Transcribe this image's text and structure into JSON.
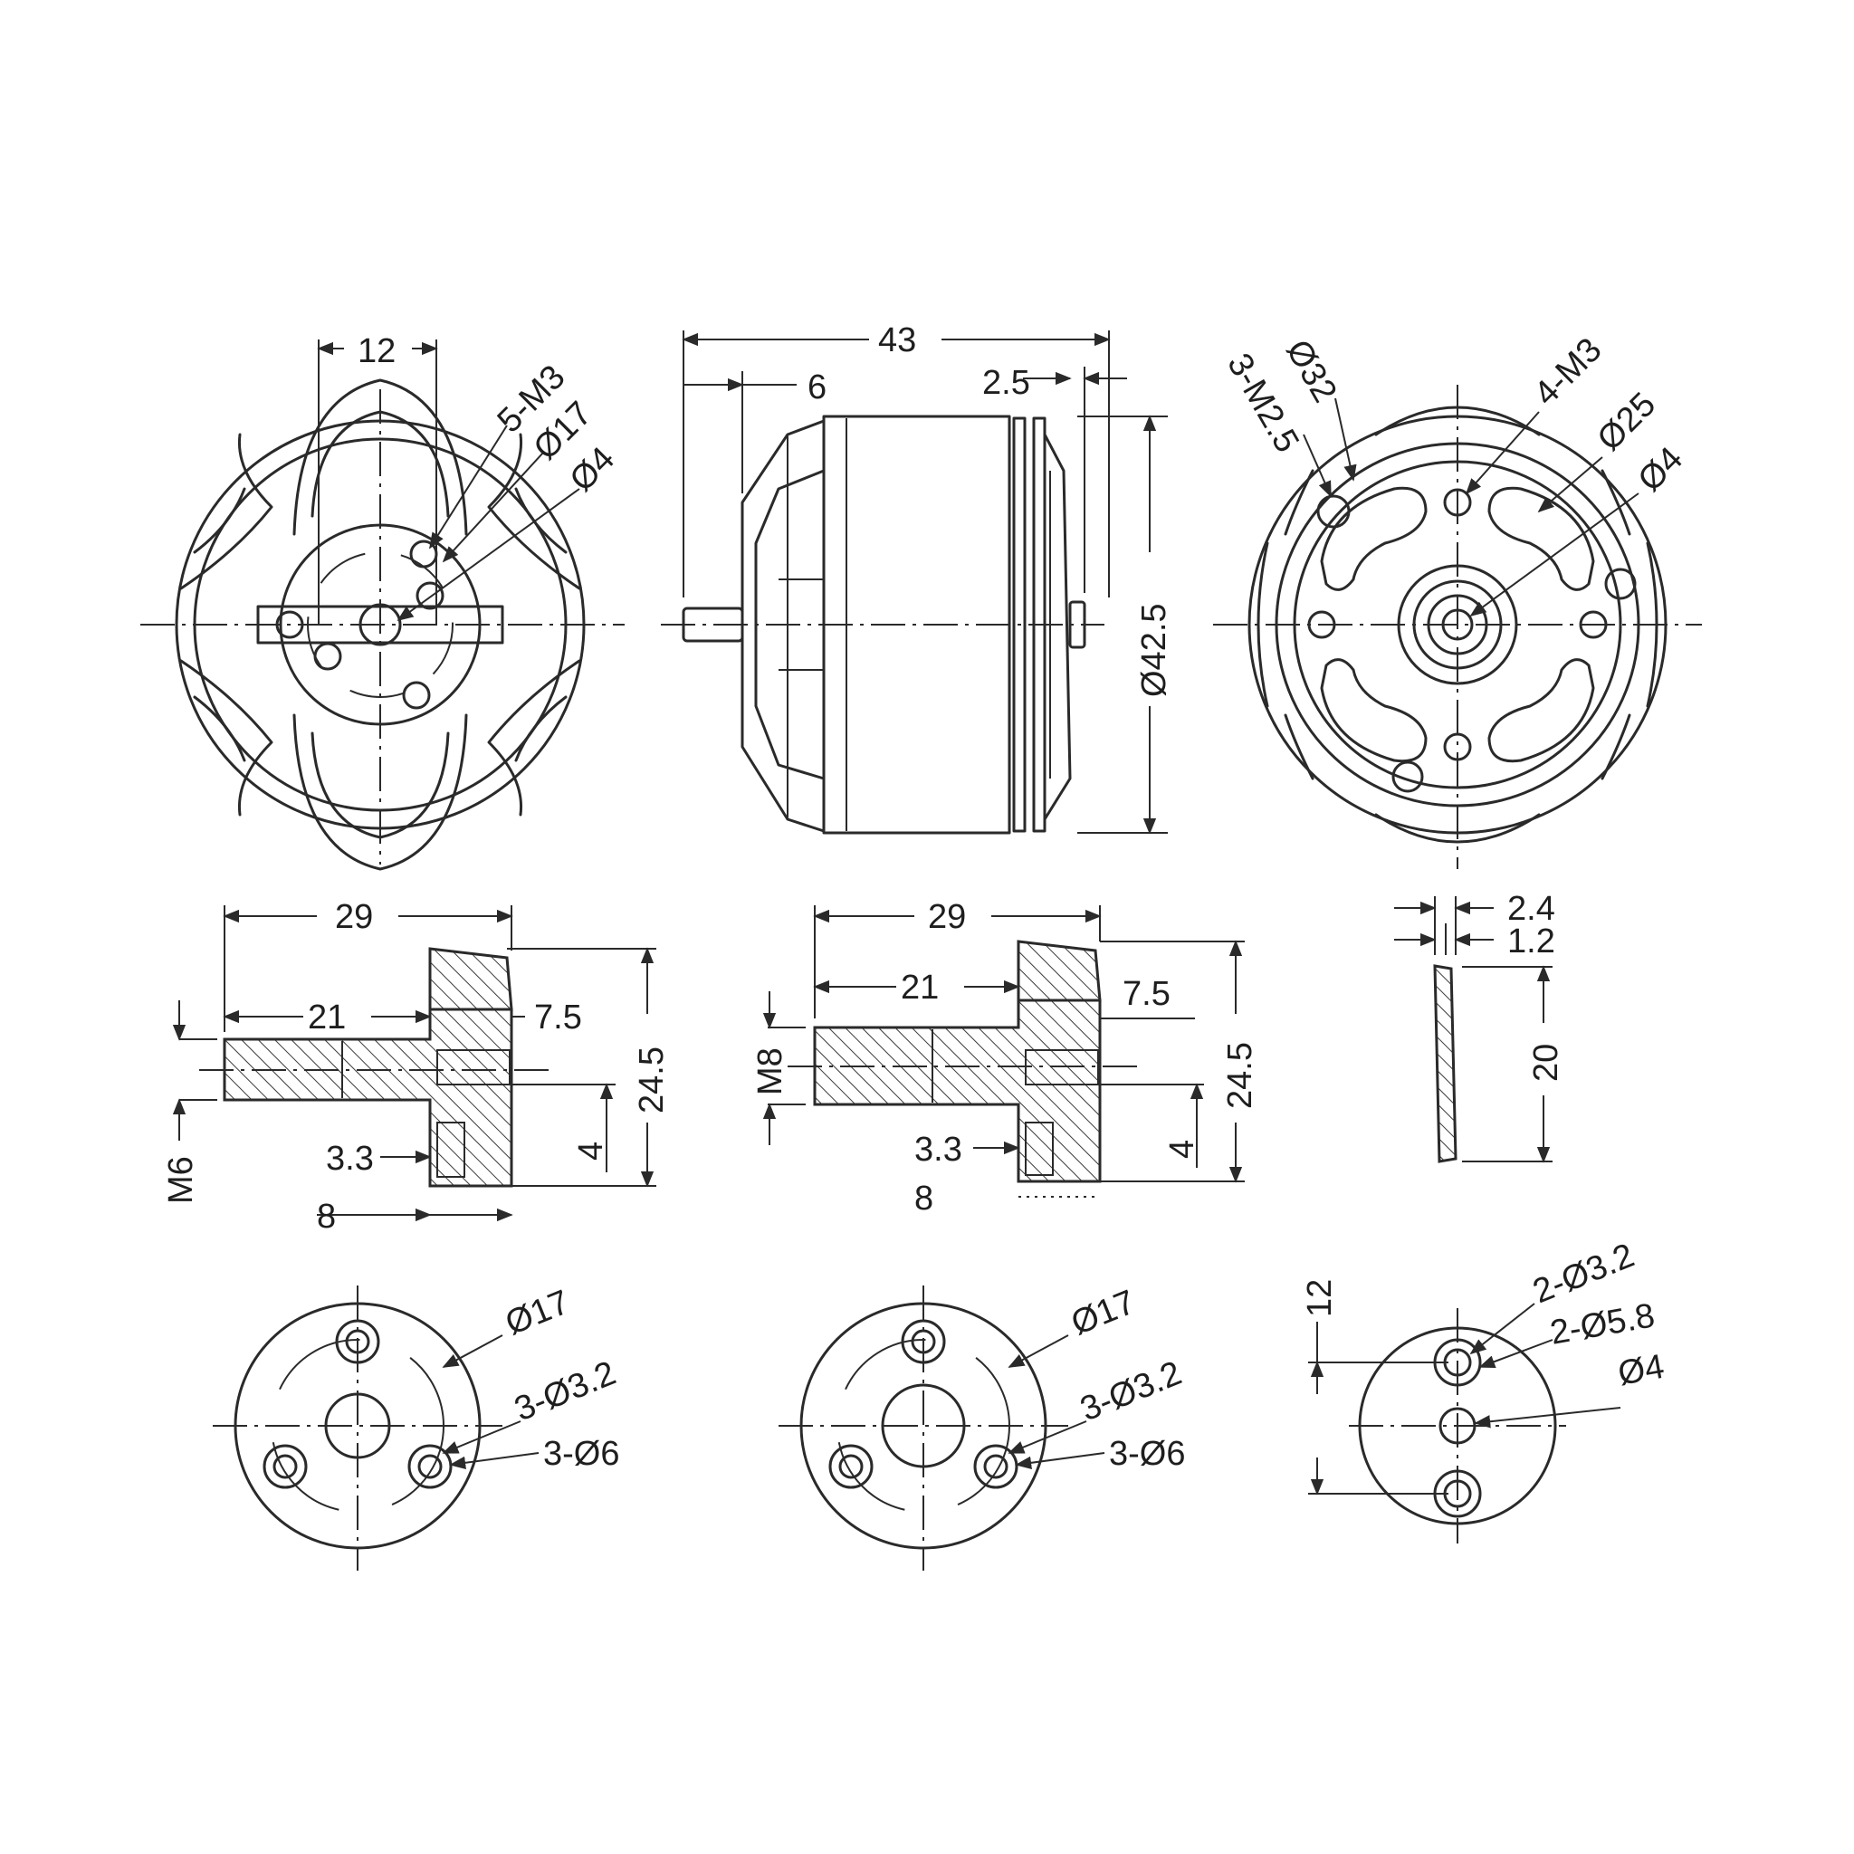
{
  "colors": {
    "line": "#2a2a2a",
    "text": "#1e1e1e",
    "background": "#ffffff"
  },
  "labels": {
    "front": {
      "d12": "12",
      "m3": "5-M3",
      "d17": "Ø17",
      "d4": "Ø4"
    },
    "side": {
      "d43": "43",
      "d6": "6",
      "d25": "2.5",
      "d425": "Ø42.5"
    },
    "rear": {
      "d32": "Ø32",
      "m25": "3-M2.5",
      "m3": "4-M3",
      "d25": "Ø25",
      "d4": "Ø4"
    },
    "adapter_m6": {
      "d29": "29",
      "d21": "21",
      "d75": "7.5",
      "d245": "24.5",
      "d33": "3.3",
      "d4": "4",
      "d8": "8",
      "thread": "M6"
    },
    "adapter_m8": {
      "d29": "29",
      "d21": "21",
      "d75": "7.5",
      "d245": "24.5",
      "d33": "3.3",
      "d4": "4",
      "d8": "8",
      "thread": "M8"
    },
    "plate_side": {
      "d24": "2.4",
      "d12": "1.2",
      "d20": "20"
    },
    "flange_m6": {
      "d17": "Ø17",
      "holes": "3-Ø3.2",
      "cb": "3-Ø6"
    },
    "flange_m8": {
      "d17": "Ø17",
      "holes": "3-Ø3.2",
      "cb": "3-Ø6"
    },
    "plate_front": {
      "d12": "12",
      "holes": "2-Ø3.2",
      "cb": "2-Ø5.8",
      "d4": "Ø4"
    }
  }
}
